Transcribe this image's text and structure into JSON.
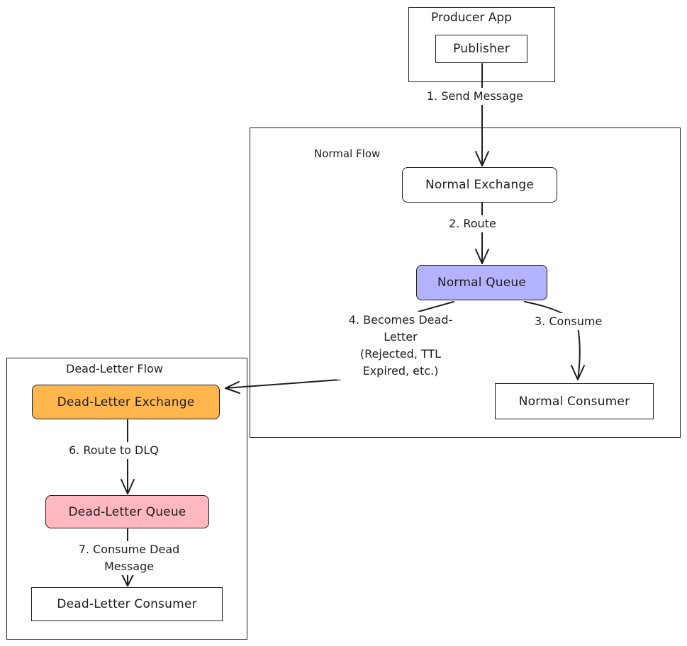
{
  "colors": {
    "stroke": "#1e1e1e",
    "normal_queue_fill": "#b3b3ff",
    "dl_exchange_fill": "#ffb74d",
    "dl_queue_fill": "#ffb8bf"
  },
  "groups": {
    "producer_app": "Producer App",
    "normal_flow": "Normal Flow",
    "dead_letter_flow": "Dead-Letter Flow"
  },
  "nodes": {
    "publisher": "Publisher",
    "normal_exchange": "Normal Exchange",
    "normal_queue": "Normal Queue",
    "normal_consumer": "Normal Consumer",
    "dead_letter_exchange": "Dead-Letter Exchange",
    "dead_letter_queue": "Dead-Letter Queue",
    "dead_letter_consumer": "Dead-Letter Consumer"
  },
  "edges": {
    "send_message": "1. Send Message",
    "route": "2. Route",
    "consume": "3. Consume",
    "becomes_dead_letter": [
      "4. Becomes Dead-",
      "Letter",
      "(Rejected, TTL",
      "Expired, etc.)"
    ],
    "route_to_dlq": "6. Route to DLQ",
    "consume_dead_message": [
      "7. Consume Dead",
      "Message"
    ]
  }
}
